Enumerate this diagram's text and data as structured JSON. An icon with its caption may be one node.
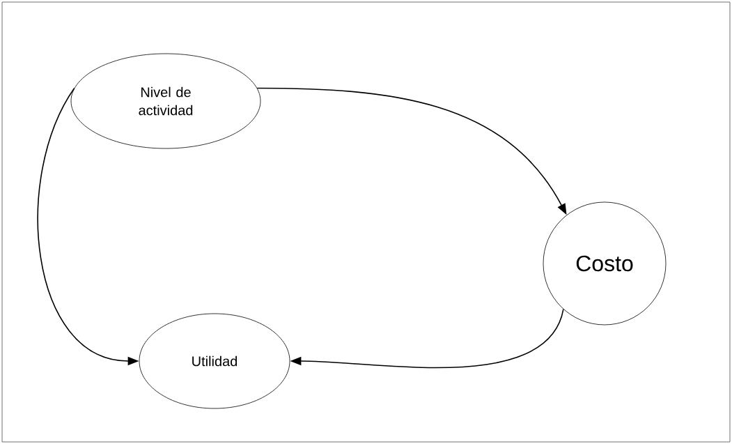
{
  "diagram": {
    "nodes": [
      {
        "text": [
          "Nivel de actividad"
        ]
      },
      {
        "text": [
          "Costo"
        ]
      },
      {
        "text": [
          "Utilidad"
        ]
      }
    ],
    "edges": [
      {
        "from": 0,
        "to": 1,
        "arrow": "to"
      },
      {
        "from": 0,
        "to": 2,
        "arrow": "to"
      },
      {
        "from": 1,
        "to": 2,
        "arrow": "to"
      }
    ]
  }
}
